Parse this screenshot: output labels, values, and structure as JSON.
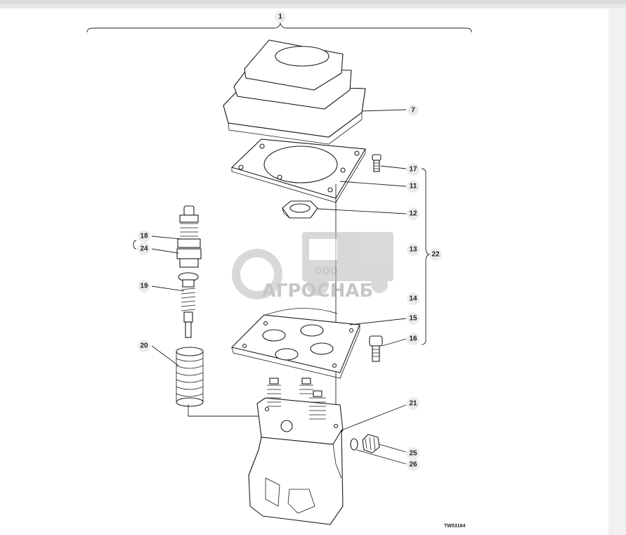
{
  "callouts": [
    {
      "id": "c1",
      "label": "1"
    },
    {
      "id": "c7",
      "label": "7"
    },
    {
      "id": "c17",
      "label": "17"
    },
    {
      "id": "c11",
      "label": "11"
    },
    {
      "id": "c12",
      "label": "12"
    },
    {
      "id": "c13",
      "label": "13"
    },
    {
      "id": "c22",
      "label": "22"
    },
    {
      "id": "c14",
      "label": "14"
    },
    {
      "id": "c15",
      "label": "15"
    },
    {
      "id": "c16",
      "label": "16"
    },
    {
      "id": "c18",
      "label": "18"
    },
    {
      "id": "c24",
      "label": "24"
    },
    {
      "id": "c19",
      "label": "19"
    },
    {
      "id": "c20",
      "label": "20"
    },
    {
      "id": "c21",
      "label": "21"
    },
    {
      "id": "c25",
      "label": "25"
    },
    {
      "id": "c26",
      "label": "26"
    }
  ],
  "watermark": {
    "prefix": "ООО",
    "brand": "АГРОСНАБ"
  },
  "figure_ref": "TW53164"
}
